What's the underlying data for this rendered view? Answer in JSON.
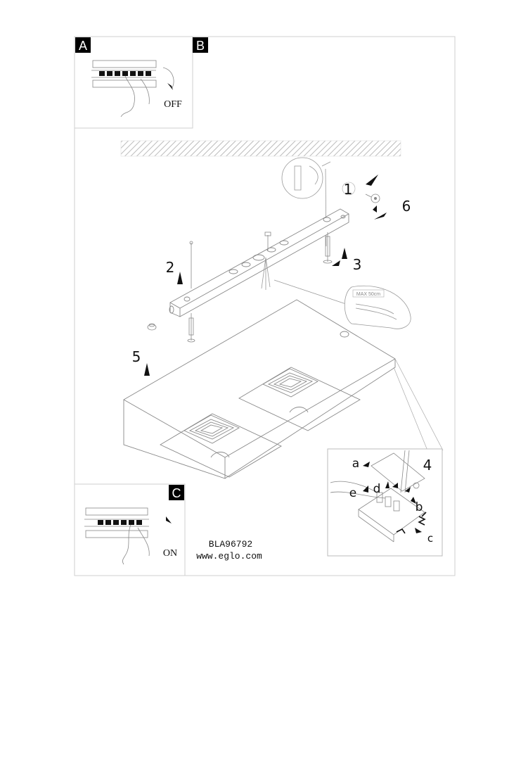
{
  "panels": {
    "a": {
      "tag": "A",
      "state": "OFF"
    },
    "b": {
      "tag": "B"
    },
    "c": {
      "tag": "C",
      "state": "ON"
    }
  },
  "callouts": {
    "step1": "1",
    "step2": "2",
    "step3": "3",
    "step4": "4",
    "step5": "5",
    "step6": "6"
  },
  "wiring_letters": {
    "a": "a",
    "b": "b",
    "c": "c",
    "d": "d",
    "e": "e"
  },
  "cable_label": "MAX 50cm",
  "footer": {
    "model": "BLA96792",
    "website": "www.eglo.com"
  }
}
